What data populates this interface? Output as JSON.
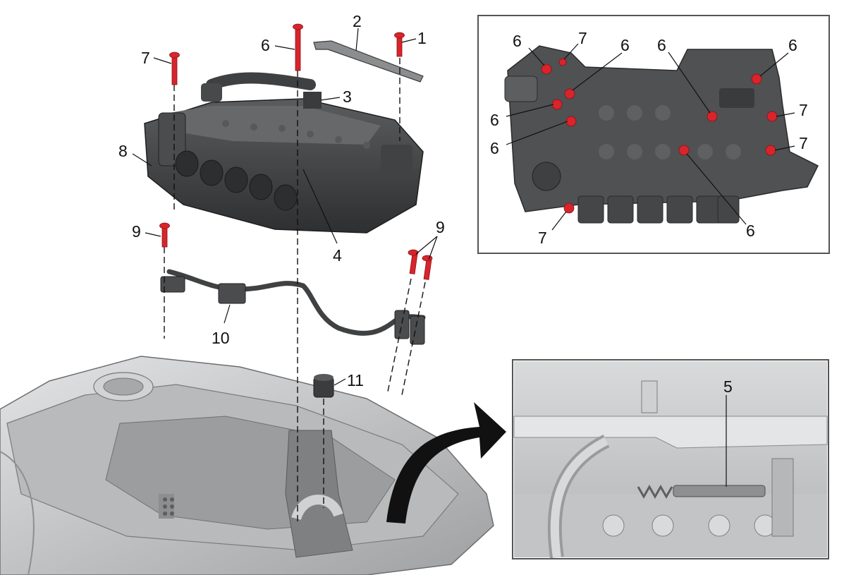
{
  "colors": {
    "bolt_red": "#d8242b",
    "body_dark": "#3b3c3e",
    "body_mid": "#505254",
    "case_light": "#c9cacb",
    "case_shade": "#a9aaab"
  },
  "callouts": {
    "main": [
      {
        "id": "c1",
        "text": "1"
      },
      {
        "id": "c2",
        "text": "2"
      },
      {
        "id": "c3",
        "text": "3"
      },
      {
        "id": "c4",
        "text": "4"
      },
      {
        "id": "c6",
        "text": "6"
      },
      {
        "id": "c7",
        "text": "7"
      },
      {
        "id": "c8",
        "text": "8"
      },
      {
        "id": "c9a",
        "text": "9"
      },
      {
        "id": "c9b",
        "text": "9"
      },
      {
        "id": "c10",
        "text": "10"
      },
      {
        "id": "c11",
        "text": "11"
      }
    ],
    "inset_top": [
      {
        "id": "t6a",
        "text": "6"
      },
      {
        "id": "t7a",
        "text": "7"
      },
      {
        "id": "t6b",
        "text": "6"
      },
      {
        "id": "t6c",
        "text": "6"
      },
      {
        "id": "t6d",
        "text": "6"
      },
      {
        "id": "t6e",
        "text": "6"
      },
      {
        "id": "t6f",
        "text": "6"
      },
      {
        "id": "t7b",
        "text": "7"
      },
      {
        "id": "t7c",
        "text": "7"
      },
      {
        "id": "t6g",
        "text": "6"
      },
      {
        "id": "t7d",
        "text": "7"
      }
    ],
    "inset_bottom": [
      {
        "id": "b5",
        "text": "5"
      }
    ]
  }
}
